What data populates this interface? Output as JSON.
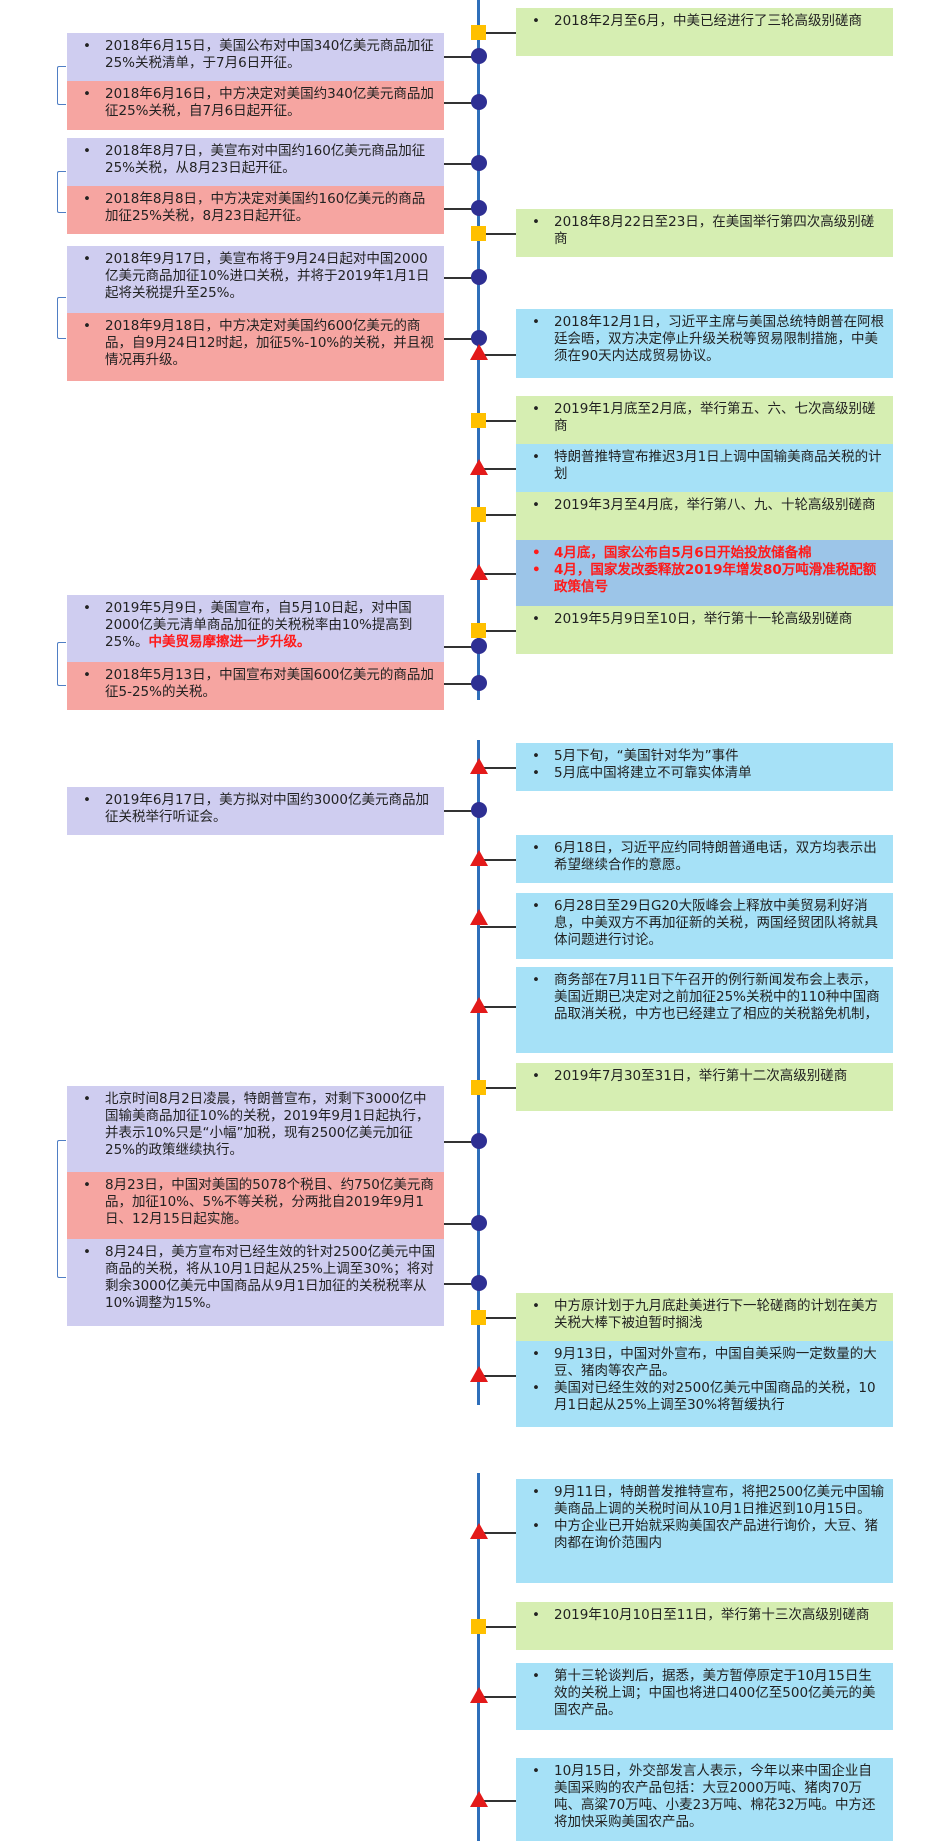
{
  "left": [
    {
      "id": "l1",
      "items": [
        [
          "2018年6月15日，美国公布对中国340亿美元商品加征25%关税清单，于7月6日开征。"
        ]
      ]
    },
    {
      "id": "l2",
      "items": [
        [
          "2018年6月16日，中方决定对美国约340亿美元商品加征25%关税，自7月6日起开征。"
        ]
      ]
    },
    {
      "id": "l3",
      "items": [
        [
          "2018年8月7日，美宣布对中国约160亿美元商品加征25%关税，从8月23日起开征。"
        ]
      ]
    },
    {
      "id": "l4",
      "items": [
        [
          "2018年8月8日，中方决定对美国约160亿美元的商品加征25%关税，8月23日起开征。"
        ]
      ]
    },
    {
      "id": "l5",
      "items": [
        [
          "2018年9月17日，美宣布将于9月24日起对中国2000亿美元商品加征10%进口关税，并将于2019年1月1日起将关税提升至25%。"
        ]
      ]
    },
    {
      "id": "l6",
      "items": [
        [
          "2018年9月18日，中方决定对美国约600亿美元的商品，自9月24日12时起，加征5%-10%的关税，并且视情况再升级。"
        ]
      ]
    },
    {
      "id": "l7",
      "items": [
        [
          "2019年5月9日，美国宣布，自5月10日起，对中国2000亿美元清单商品加征的关税税率由10%提高到25%。",
          "中美贸易摩擦进一步升级。"
        ]
      ]
    },
    {
      "id": "l8",
      "items": [
        [
          "2018年5月13日，中国宣布对美国600亿美元的商品加征5-25%的关税。"
        ]
      ]
    },
    {
      "id": "l9",
      "items": [
        [
          "2019年6月17日，美方拟对中国约3000亿美元商品加征关税举行听证会。"
        ]
      ]
    },
    {
      "id": "l10",
      "items": [
        [
          "北京时间8月2日凌晨，特朗普宣布，对剩下3000亿中国输美商品加征10%的关税，2019年9月1日起执行，并表示10%只是“小幅”加税，现有2500亿美元加征25%的政策继续执行。"
        ]
      ]
    },
    {
      "id": "l11",
      "items": [
        [
          "8月23日，中国对美国的5078个税目、约750亿美元商品，加征10%、5%不等关税，分两批自2019年9月1日、12月15日起实施。"
        ]
      ]
    },
    {
      "id": "l12",
      "items": [
        [
          "8月24日，美方宣布对已经生效的针对2500亿美元中国商品的关税，将从10月1日起从25%上调至30%；将对剩余3000亿美元中国商品从9月1日加征的关税税率从10%调整为15%。"
        ]
      ]
    }
  ],
  "right": [
    {
      "id": "r1",
      "items": [
        [
          "2018年2月至6月，中美已经进行了三轮高级别磋商"
        ]
      ]
    },
    {
      "id": "r2",
      "items": [
        [
          "2018年8月22日至23日，在美国举行第四次高级别磋商"
        ]
      ]
    },
    {
      "id": "r3",
      "items": [
        [
          "2018年12月1日，习近平主席与美国总统特朗普在阿根廷会晤，双方决定停止升级关税等贸易限制措施，中美须在90天内达成贸易协议。"
        ]
      ]
    },
    {
      "id": "r4",
      "items": [
        [
          "2019年1月底至2月底，举行第五、六、七次高级别磋商"
        ]
      ]
    },
    {
      "id": "r5",
      "items": [
        [
          "特朗普推特宣布推迟3月1日上调中国输美商品关税的计划"
        ]
      ]
    },
    {
      "id": "r6",
      "items": [
        [
          "2019年3月至4月底，举行第八、九、十轮高级别磋商"
        ]
      ]
    },
    {
      "id": "r7",
      "items": [
        [
          "4月底，国家公布自5月6日开始投放储备棉"
        ],
        [
          "4月，国家发改委释放2019年增发80万吨滑准税配额政策信号"
        ]
      ]
    },
    {
      "id": "r8",
      "items": [
        [
          "2019年5月9日至10日，举行第十一轮高级别磋商"
        ]
      ]
    },
    {
      "id": "r9",
      "items": [
        [
          "5月下旬，“美国针对华为”事件"
        ],
        [
          "5月底中国将建立不可靠实体清单"
        ]
      ]
    },
    {
      "id": "r10",
      "items": [
        [
          "6月18日，习近平应约同特朗普通电话，双方均表示出希望继续合作的意愿。"
        ]
      ]
    },
    {
      "id": "r11",
      "items": [
        [
          "6月28日至29日G20大阪峰会上释放中美贸易利好消息，中美双方不再加征新的关税，两国经贸团队将就具体问题进行讨论。"
        ]
      ]
    },
    {
      "id": "r12",
      "items": [
        [
          "商务部在7月11日下午召开的例行新闻发布会上表示，美国近期已决定对之前加征25%关税中的110种中国商品取消关税，中方也已经建立了相应的关税豁免机制，"
        ]
      ]
    },
    {
      "id": "r13",
      "items": [
        [
          "2019年7月30至31日，举行第十二次高级别磋商"
        ]
      ]
    },
    {
      "id": "r14",
      "items": [
        [
          "中方原计划于九月底赴美进行下一轮磋商的计划在美方关税大棒下被迫暂时搁浅"
        ]
      ]
    },
    {
      "id": "r15",
      "items": [
        [
          "9月13日，中国对外宣布，中国自美采购一定数量的大豆、猪肉等农产品。"
        ],
        [
          "美国对已经生效的对2500亿美元中国商品的关税，10月1日起从25%上调至30%将暂缓执行"
        ]
      ]
    },
    {
      "id": "r16",
      "items": [
        [
          "9月11日，特朗普发推特宣布，将把2500亿美元中国输美商品上调的关税时间从10月1日推迟到10月15日。"
        ],
        [
          "中方企业已开始就采购美国农产品进行询价，大豆、猪肉都在询价范围内"
        ]
      ]
    },
    {
      "id": "r17",
      "items": [
        [
          "2019年10月10日至11日，举行第十三次高级别磋商"
        ]
      ]
    },
    {
      "id": "r18",
      "items": [
        [
          "第十三轮谈判后，据悉，美方暂停原定于10月15日生效的关税上调；中国也将进口400亿至500亿美元的美国农产品。"
        ]
      ]
    },
    {
      "id": "r19",
      "items": [
        [
          "10月15日，外交部发言人表示，今年以来中国企业自美国采购的农产品包括：大豆2000万吨、猪肉70万吨、高粱70万吨、小麦23万吨、棉花32万吨。中方还将加快采购美国农产品。"
        ]
      ]
    }
  ],
  "colors": {
    "axis": "#2f6fba",
    "dot": "#2e2f93",
    "square": "#ffc000",
    "triangle": "#e31a1a",
    "purple": "#cfcdf0",
    "pink": "#f6a5a1",
    "green": "#d6eeb2",
    "blue": "#a6e1f7",
    "steel": "#9cc5e8",
    "highlight": "#ff1a1a"
  },
  "legend_marker_icons": {
    "us_action": "circle-marker",
    "china_action": "circle-marker",
    "talks": "square-marker",
    "easing": "triangle-marker"
  }
}
